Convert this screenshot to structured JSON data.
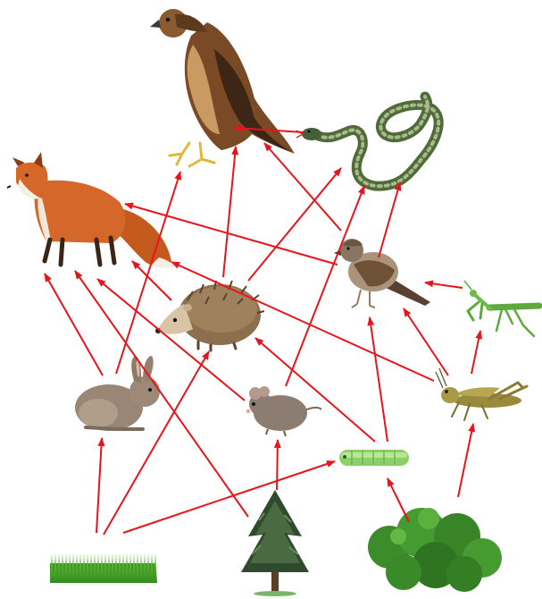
{
  "diagram": {
    "type": "food-web",
    "arrow_color": "#e8141b",
    "organisms": [
      {
        "id": "hawk",
        "icon": "hawk-icon"
      },
      {
        "id": "snake",
        "icon": "snake-icon"
      },
      {
        "id": "fox",
        "icon": "fox-icon"
      },
      {
        "id": "sparrow",
        "icon": "sparrow-icon"
      },
      {
        "id": "mantis",
        "icon": "mantis-icon"
      },
      {
        "id": "hedgehog",
        "icon": "hedgehog-icon"
      },
      {
        "id": "rabbit",
        "icon": "rabbit-icon"
      },
      {
        "id": "mouse",
        "icon": "mouse-icon"
      },
      {
        "id": "grasshopper",
        "icon": "grasshopper-icon"
      },
      {
        "id": "caterpillar",
        "icon": "caterpillar-icon"
      },
      {
        "id": "grass",
        "icon": "grass-icon"
      },
      {
        "id": "tree",
        "icon": "tree-icon"
      },
      {
        "id": "shrub",
        "icon": "shrub-icon"
      }
    ],
    "feeding_links": [
      {
        "from": "grass",
        "to": "rabbit"
      },
      {
        "from": "grass",
        "to": "hedgehog"
      },
      {
        "from": "grass",
        "to": "caterpillar"
      },
      {
        "from": "tree",
        "to": "mouse"
      },
      {
        "from": "tree",
        "to": "fox"
      },
      {
        "from": "shrub",
        "to": "caterpillar"
      },
      {
        "from": "shrub",
        "to": "grasshopper"
      },
      {
        "from": "rabbit",
        "to": "fox"
      },
      {
        "from": "rabbit",
        "to": "hawk"
      },
      {
        "from": "hedgehog",
        "to": "fox"
      },
      {
        "from": "hedgehog",
        "to": "hawk"
      },
      {
        "from": "hedgehog",
        "to": "snake"
      },
      {
        "from": "mouse",
        "to": "fox"
      },
      {
        "from": "mouse",
        "to": "snake"
      },
      {
        "from": "caterpillar",
        "to": "sparrow"
      },
      {
        "from": "caterpillar",
        "to": "hedgehog"
      },
      {
        "from": "grasshopper",
        "to": "sparrow"
      },
      {
        "from": "grasshopper",
        "to": "mantis"
      },
      {
        "from": "grasshopper",
        "to": "fox"
      },
      {
        "from": "mantis",
        "to": "sparrow"
      },
      {
        "from": "sparrow",
        "to": "fox"
      },
      {
        "from": "sparrow",
        "to": "hawk"
      },
      {
        "from": "sparrow",
        "to": "snake"
      },
      {
        "from": "snake",
        "to": "hawk"
      }
    ]
  }
}
